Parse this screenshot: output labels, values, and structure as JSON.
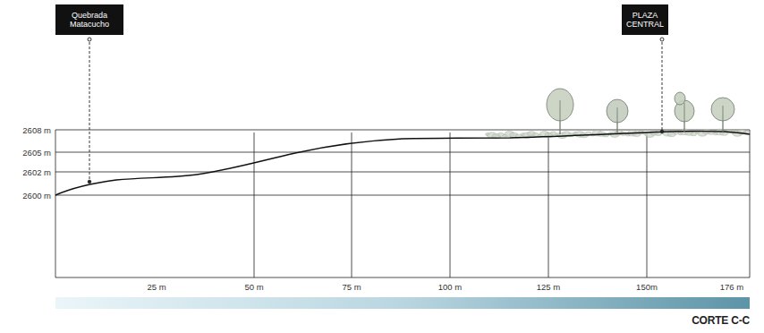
{
  "diagram": {
    "title": "CORTE C-C",
    "nodes": [
      {
        "text": [
          "Quebrada Matacucho"
        ]
      },
      {
        "text": [
          "PLAZA CENTRAL"
        ]
      }
    ],
    "labels": [
      "2608 m",
      "2605 m",
      "2602 m",
      "2600 m",
      "25 m",
      "50 m",
      "75 m",
      "100 m",
      "125 m",
      "150m",
      "176 m"
    ]
  }
}
